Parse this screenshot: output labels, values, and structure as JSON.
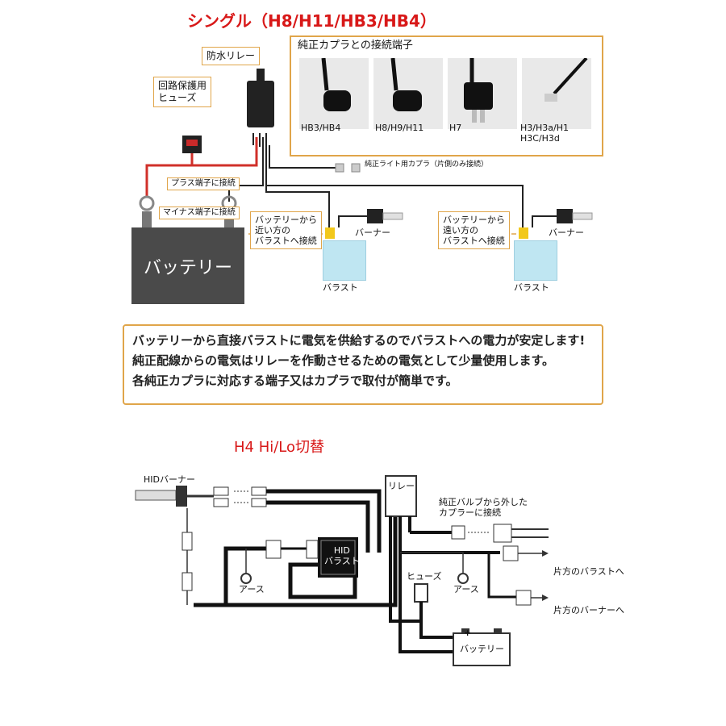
{
  "single": {
    "title": "シングル（H8/H11/HB3/HB4）",
    "relay_label": "防水リレー",
    "fuse_label": "回路保護用\nヒューズ",
    "plus_label": "プラス端子に接続",
    "minus_label": "マイナス端子に接続",
    "battery_label": "バッテリー",
    "connector_heading": "純正カプラとの接続端子",
    "connectors": [
      "HB3/HB4",
      "H8/H9/H11",
      "H7",
      "H3/H3a/H1\nH3C/H3d"
    ],
    "coupler_note": "純正ライト用カプラ（片側のみ接続）",
    "near_label": "バッテリーから\n近い方の\nバラストへ接続",
    "far_label": "バッテリーから\n遠い方の\nバラストへ接続",
    "burner_label": "バーナー",
    "ballast_label": "バラスト",
    "notes": [
      "バッテリーから直接バラストに電気を供給するのでバラストへの電力が安定します!",
      "純正配線からの電気はリレーを作動させるための電気として少量使用します。",
      "各純正カプラに対応する端子又はカプラで取付が簡単です。"
    ]
  },
  "h4": {
    "title": "H4 Hi/Lo切替",
    "hid_burner": "HIDバーナー",
    "relay": "リレー",
    "hid_ballast": "HID\nバラスト",
    "earth": "アース",
    "fuse": "ヒューズ",
    "battery": "バッテリー",
    "plus_sign": "+",
    "coupler_label": "純正バルブから外した\nカプラーに接続",
    "to_ballast": "片方のバラストへ",
    "to_burner": "片方のバーナーへ"
  },
  "colors": {
    "accent": "#d81818",
    "border": "#e0a54a",
    "wire_red": "#d0302a"
  }
}
